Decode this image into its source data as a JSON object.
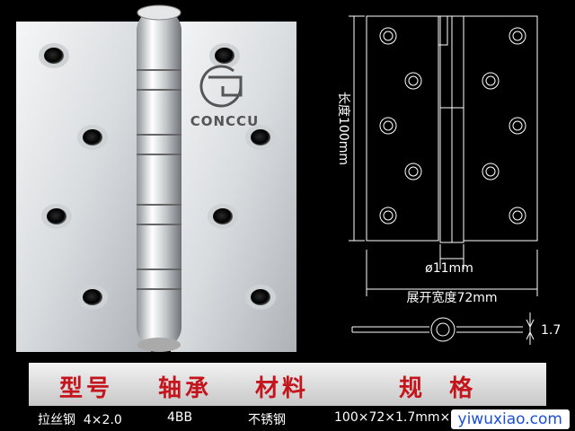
{
  "brand": {
    "logo_text": "CONCCU"
  },
  "drawing": {
    "length_label": "长度100mm",
    "pin_label": "ø11mm",
    "width_label": "展开宽度72mm",
    "thickness_label": "1.7"
  },
  "spec_table": {
    "headers": [
      "型号",
      "轴承",
      "材料",
      "规  格"
    ],
    "row": [
      "拉丝钢  4×2.0",
      "4BB",
      "不锈钢",
      "100×72×1.7mm×4mm"
    ]
  },
  "watermark": "yiwuxiao.com"
}
